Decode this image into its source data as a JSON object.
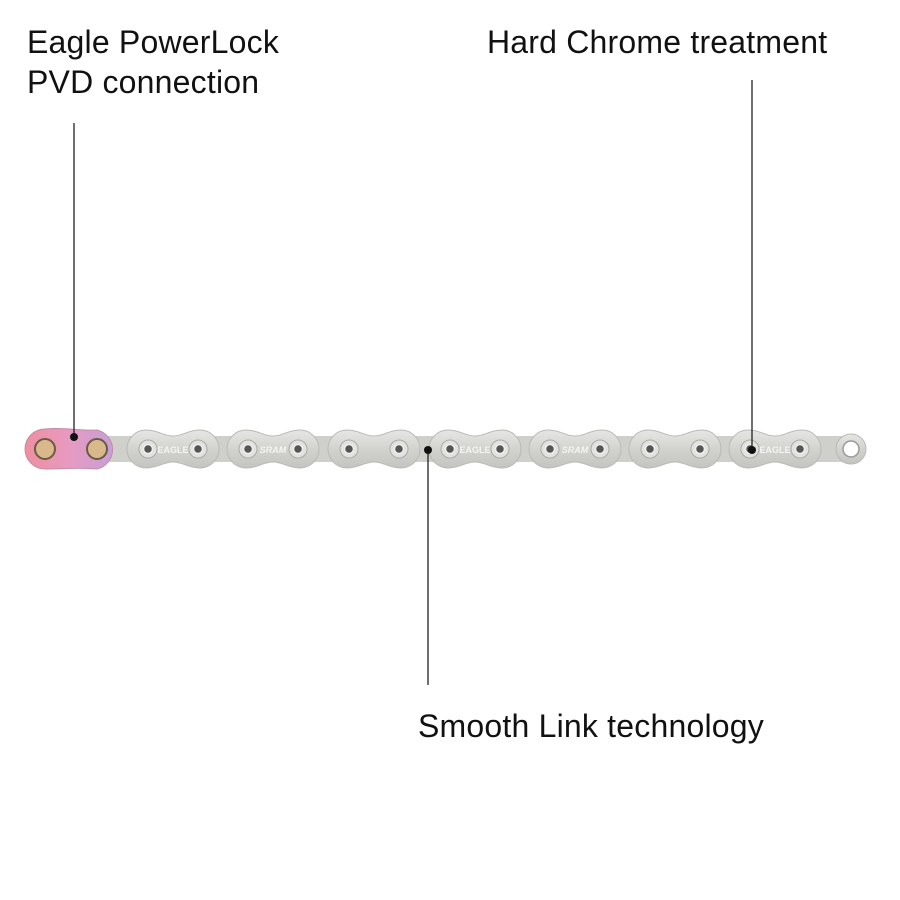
{
  "callouts": {
    "powerlock": {
      "line1": "Eagle PowerLock",
      "line2": "PVD connection"
    },
    "chrome": {
      "text": "Hard Chrome treatment"
    },
    "smooth": {
      "text": "Smooth Link technology"
    }
  },
  "chain": {
    "plate_markings": [
      "EAGLE",
      "SRAM",
      "",
      "EAGLE",
      "SRAM",
      "",
      "EAGLE"
    ],
    "colors": {
      "silver": "#d6d6d4",
      "plate_edge": "#b9b9b6",
      "connector_pink": "#e79ac0",
      "connector_purple": "#c6a0d8",
      "pin_gold": "#d9b98c",
      "line": "#222222"
    }
  }
}
